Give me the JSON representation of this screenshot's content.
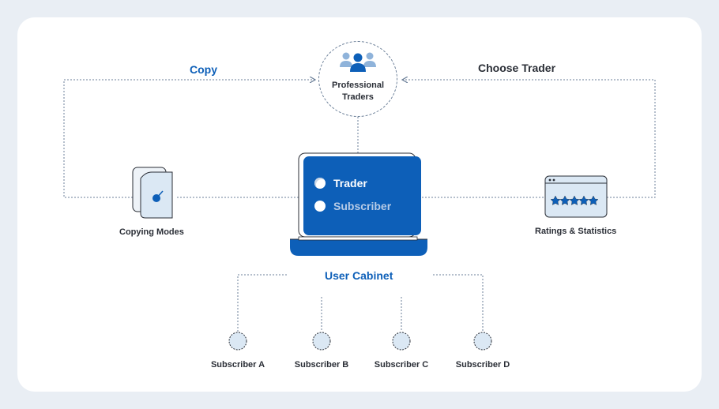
{
  "center": {
    "title": "User Cabinet",
    "options": [
      "Trader",
      "Subscriber"
    ]
  },
  "top": {
    "title_line1": "Professional",
    "title_line2": "Traders"
  },
  "left": {
    "title": "Copy",
    "node": "Copying Modes"
  },
  "right": {
    "title": "Choose Trader",
    "node": "Ratings & Statistics"
  },
  "subscribers": [
    "Subscriber A",
    "Subscriber B",
    "Subscriber C",
    "Subscriber D"
  ],
  "colors": {
    "accent": "#0d5fb8",
    "line": "#6b7f98",
    "card": "#ffffff",
    "page": "#e9eef4"
  },
  "icons": [
    "users-icon",
    "copy-modes-icon",
    "star-rating-icon",
    "laptop-icon"
  ]
}
